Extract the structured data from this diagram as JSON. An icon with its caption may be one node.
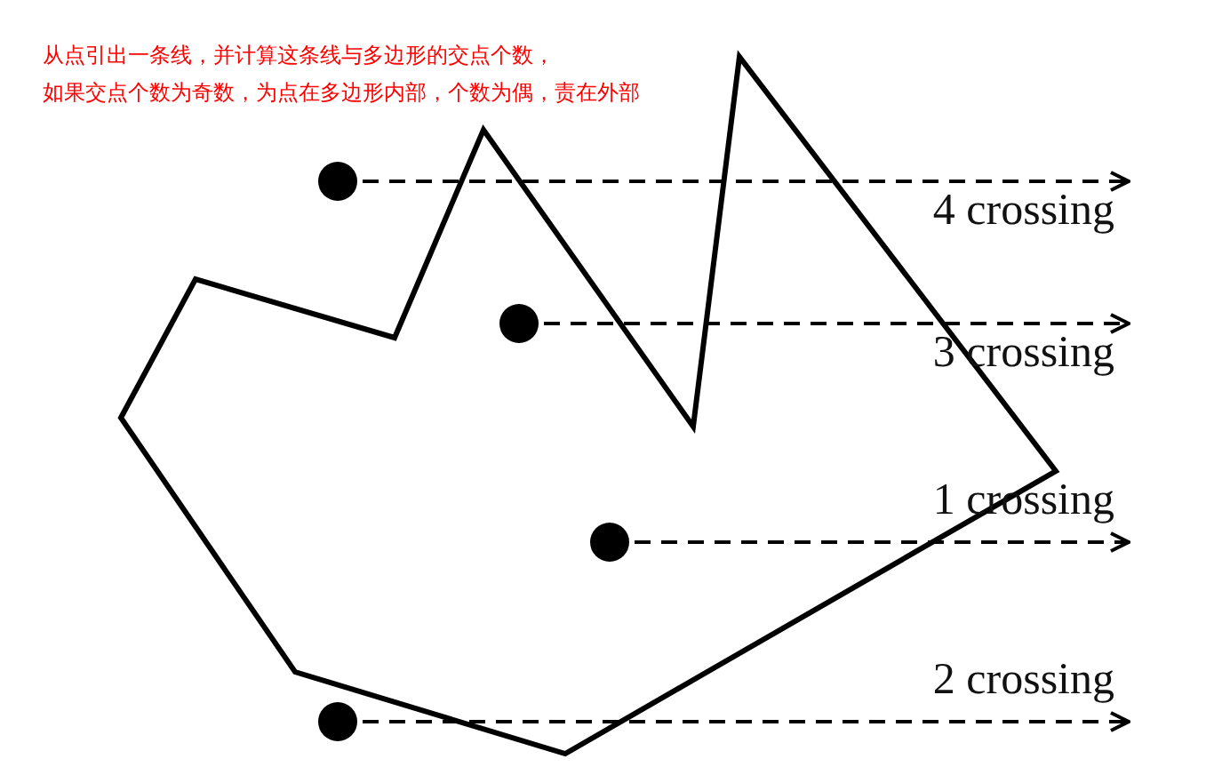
{
  "diagram": {
    "nodes": [
      {
        "text": [],
        "shape": "circle"
      },
      {
        "text": [],
        "shape": "circle"
      },
      {
        "text": [],
        "shape": "circle"
      },
      {
        "text": [],
        "shape": "circle"
      }
    ],
    "edges": [
      {
        "from": 0,
        "to": null,
        "arrow": "to",
        "style": "dashed",
        "label": "4 crossing"
      },
      {
        "from": 1,
        "to": null,
        "arrow": "to",
        "style": "dashed",
        "label": "3 crossing"
      },
      {
        "from": 2,
        "to": null,
        "arrow": "to",
        "style": "dashed",
        "label": "1 crossing"
      },
      {
        "from": 3,
        "to": null,
        "arrow": "to",
        "style": "dashed",
        "label": "2 crossing"
      }
    ],
    "labels": [
      "从点引出一条线，并计算这条线与多边形的交点个数，",
      "如果交点个数为奇数，为点在多边形内部，个数为偶，责在外部"
    ]
  }
}
